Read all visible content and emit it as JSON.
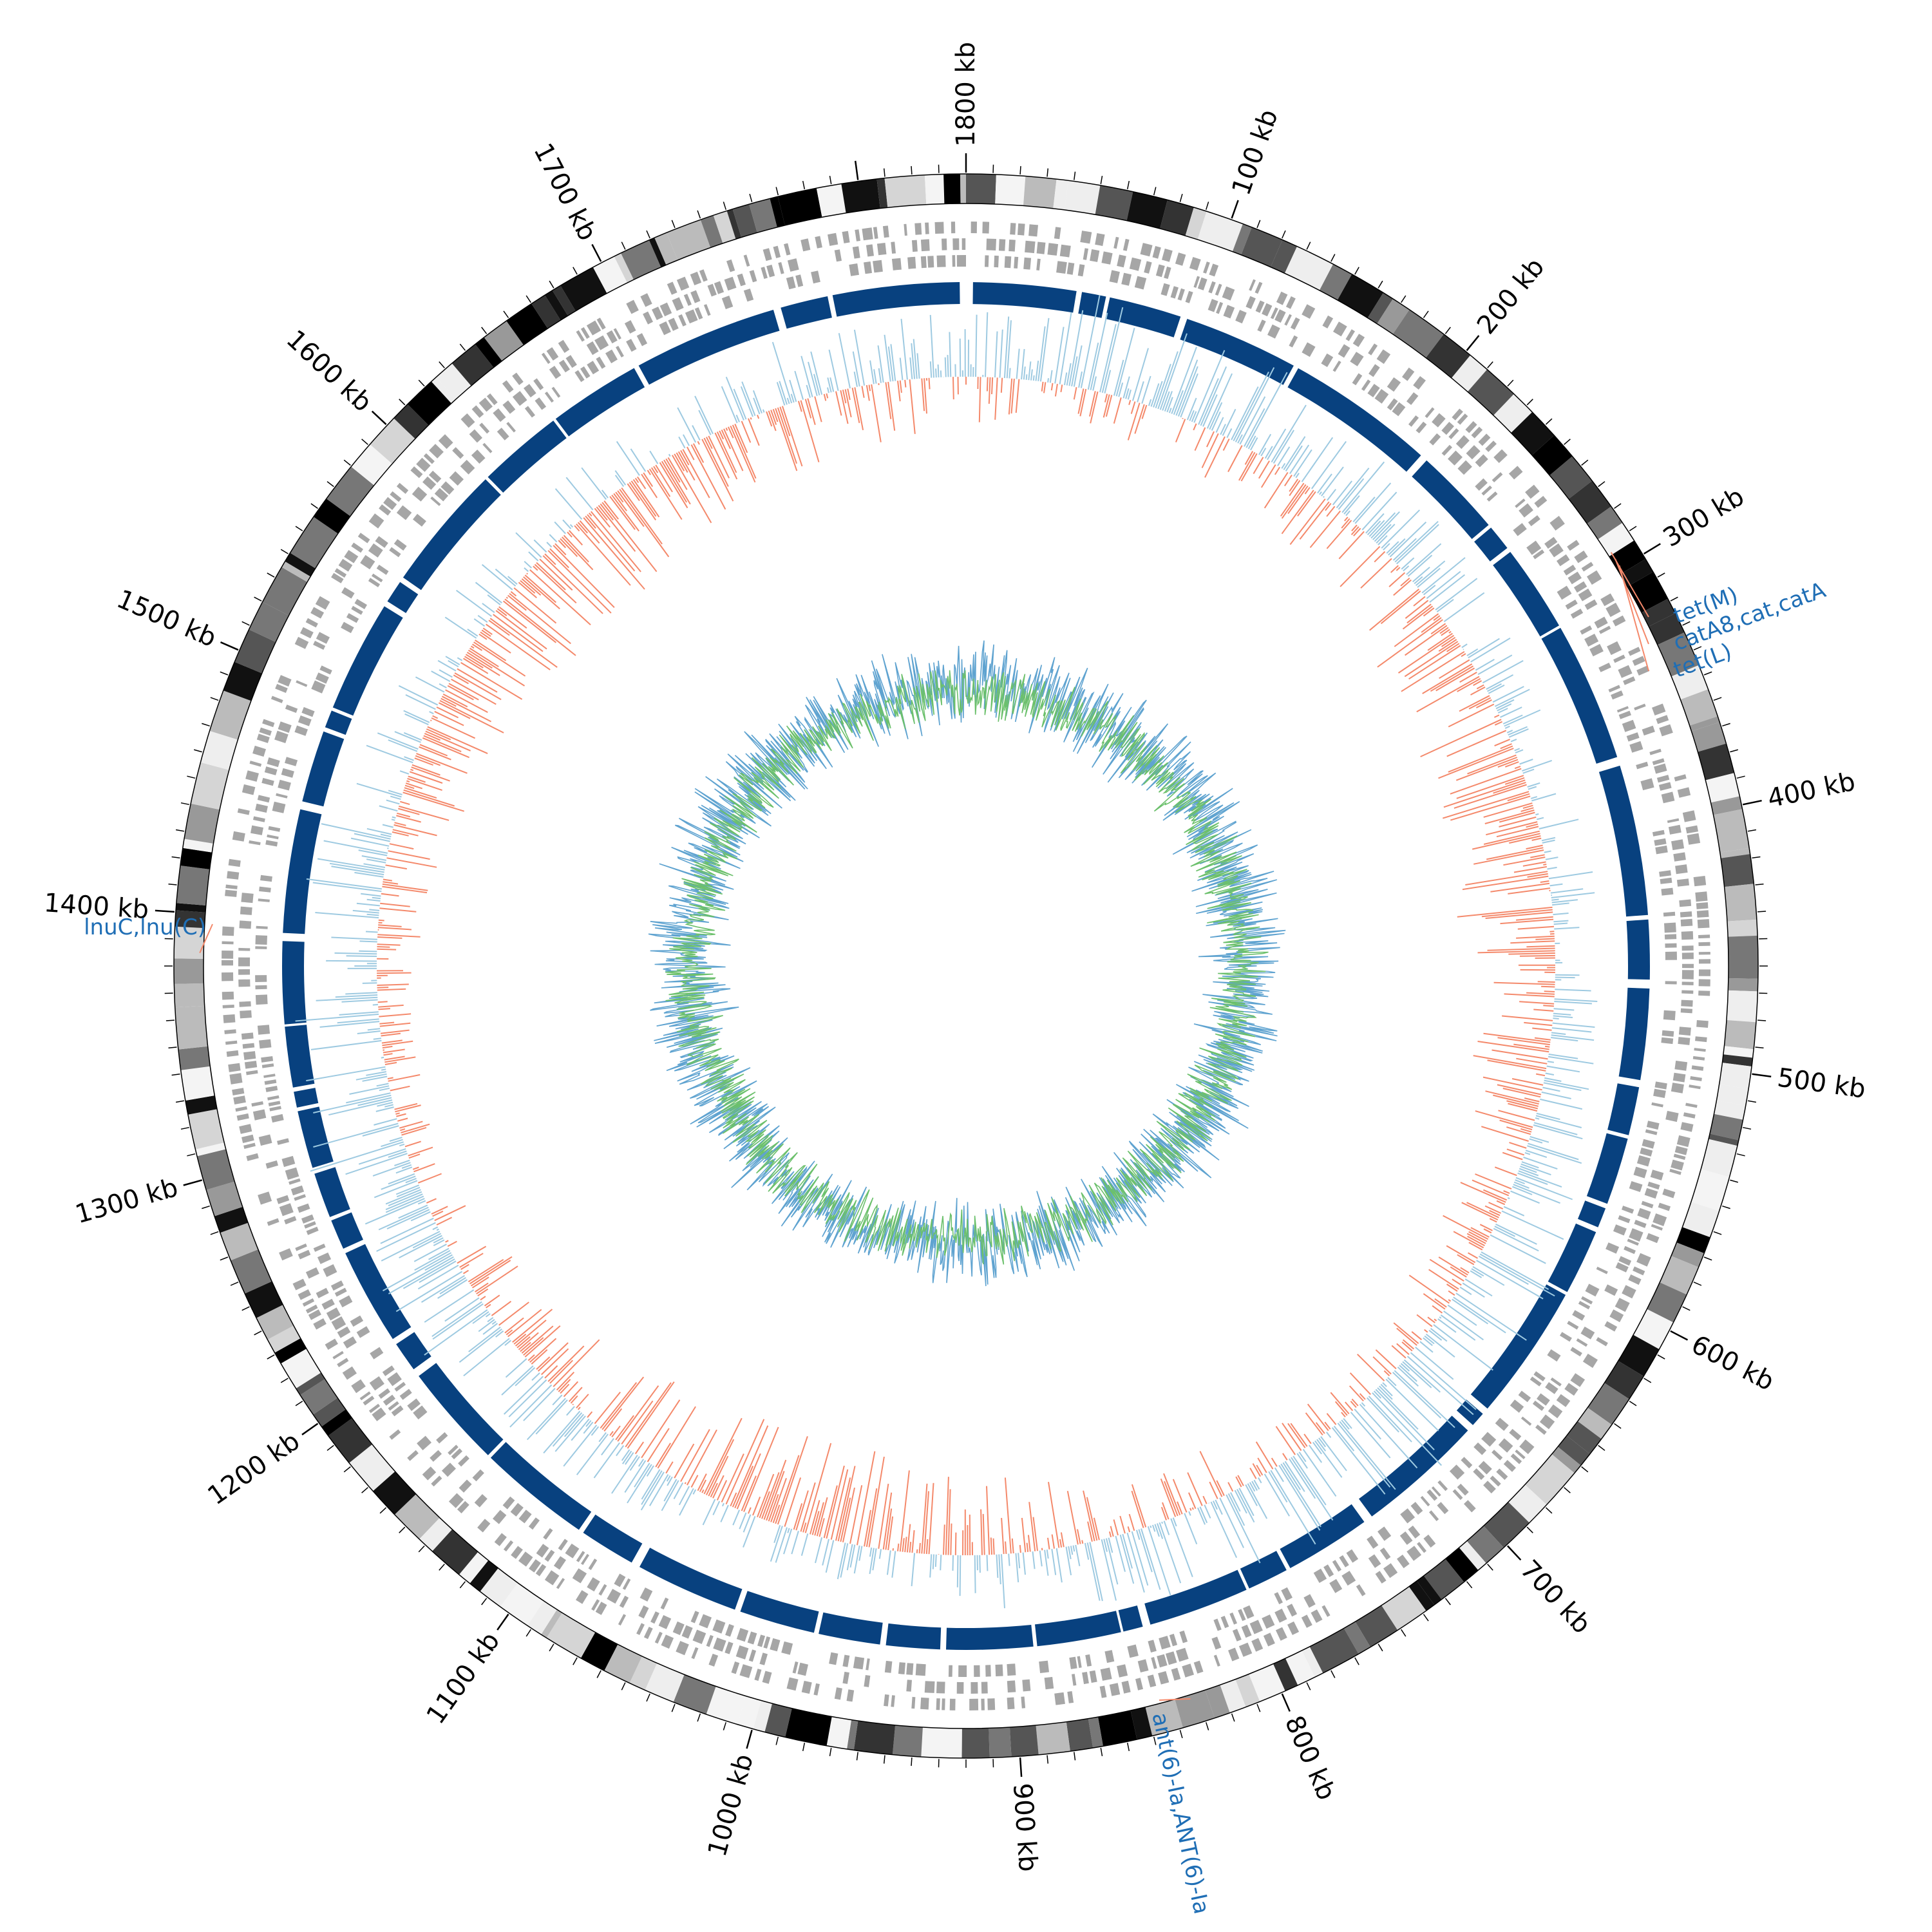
{
  "figure": {
    "type": "circular-genome-map",
    "genome_length_kb": 1840,
    "direction": "clockwise",
    "colors": {
      "ideogram_dark": "#000000",
      "ideogram_light": "#eeeeee",
      "gene_track": "#a6a6a6",
      "contig_track": "#08417f",
      "skew_positive": "#9ecae1",
      "skew_negative": "#f4896b",
      "inner_line_blue": "#5fa3d0",
      "inner_line_green": "#6cc06c",
      "callout_line": "#f4896b",
      "callout_text": "#1f6eb5"
    }
  },
  "ticks": [
    {
      "kb": 0,
      "label": "1800 kb"
    },
    {
      "kb": 100,
      "label": "100 kb"
    },
    {
      "kb": 200,
      "label": "200 kb"
    },
    {
      "kb": 300,
      "label": "300 kb"
    },
    {
      "kb": 400,
      "label": "400 kb"
    },
    {
      "kb": 500,
      "label": "500 kb"
    },
    {
      "kb": 600,
      "label": "600 kb"
    },
    {
      "kb": 700,
      "label": "700 kb"
    },
    {
      "kb": 800,
      "label": "800 kb"
    },
    {
      "kb": 900,
      "label": "900 kb"
    },
    {
      "kb": 1000,
      "label": "1000 kb"
    },
    {
      "kb": 1100,
      "label": "1100 kb"
    },
    {
      "kb": 1200,
      "label": "1200 kb"
    },
    {
      "kb": 1300,
      "label": "1300 kb"
    },
    {
      "kb": 1400,
      "label": "1400 kb"
    },
    {
      "kb": 1500,
      "label": "1500 kb"
    },
    {
      "kb": 1600,
      "label": "1600 kb"
    },
    {
      "kb": 1700,
      "label": "1700 kb"
    }
  ],
  "gene_annotations": [
    {
      "kb": 293,
      "label": "tet(M)"
    },
    {
      "kb": 296,
      "label": "catA8,cat,catA"
    },
    {
      "kb": 299,
      "label": "tet(L)"
    },
    {
      "kb": 1385,
      "label": "lnuC,lnu(C)"
    },
    {
      "kb": 833,
      "label": "ant(6)-Ia,ANT(6)-Ia"
    }
  ]
}
